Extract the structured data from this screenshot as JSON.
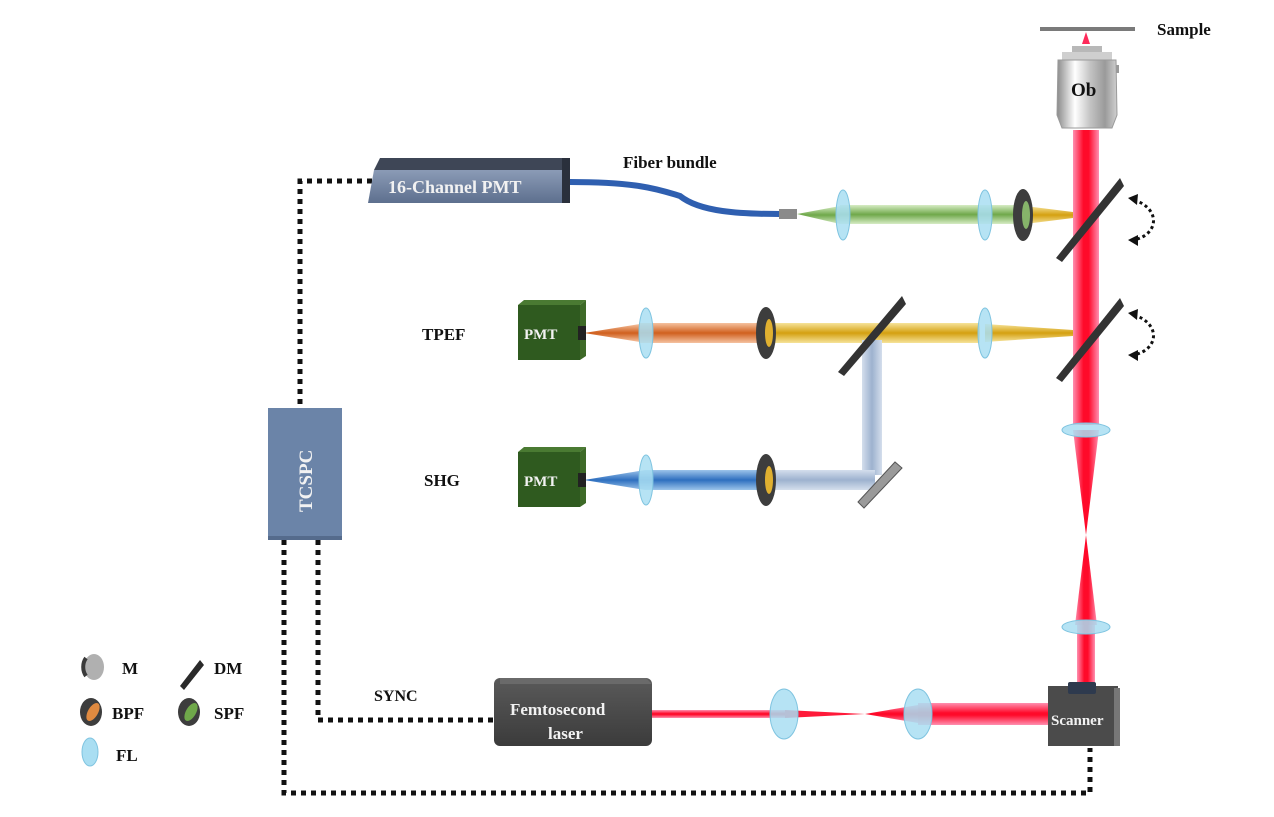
{
  "title": "Multiphoton FLIM microscope optical setup",
  "labels": {
    "sample": "Sample",
    "objective": "Ob",
    "fiber_bundle": "Fiber bundle",
    "pmt16": "16-Channel PMT",
    "tpef": "TPEF",
    "shg": "SHG",
    "pmt": "PMT",
    "tcspc": "TCSPC",
    "sync": "SYNC",
    "laser_line1": "Femtosecond",
    "laser_line2": "laser",
    "scanner": "Scanner"
  },
  "legend": [
    {
      "key": "M",
      "label": "M",
      "meaning": "mirror"
    },
    {
      "key": "DM",
      "label": "DM",
      "meaning": "dichroic mirror"
    },
    {
      "key": "BPF",
      "label": "BPF",
      "meaning": "band-pass filter"
    },
    {
      "key": "SPF",
      "label": "SPF",
      "meaning": "short-pass filter"
    },
    {
      "key": "FL",
      "label": "FL",
      "meaning": "focusing lens"
    }
  ],
  "colors": {
    "excitation_beam": "#ff1a4a",
    "green_beam": "#9cc97a",
    "yellow_beam": "#e8b820",
    "orange_beam": "#e07a3a",
    "blue_beam": "#3f7fc9",
    "grey_blue_beam": "#a9bcd6",
    "pmt_green": "#2f5a1f",
    "tcspc_blue": "#6b84a8",
    "device_dark": "#4a4a4a",
    "fiber_blue": "#2f5fb0",
    "lens_blue": "#a9def2"
  }
}
